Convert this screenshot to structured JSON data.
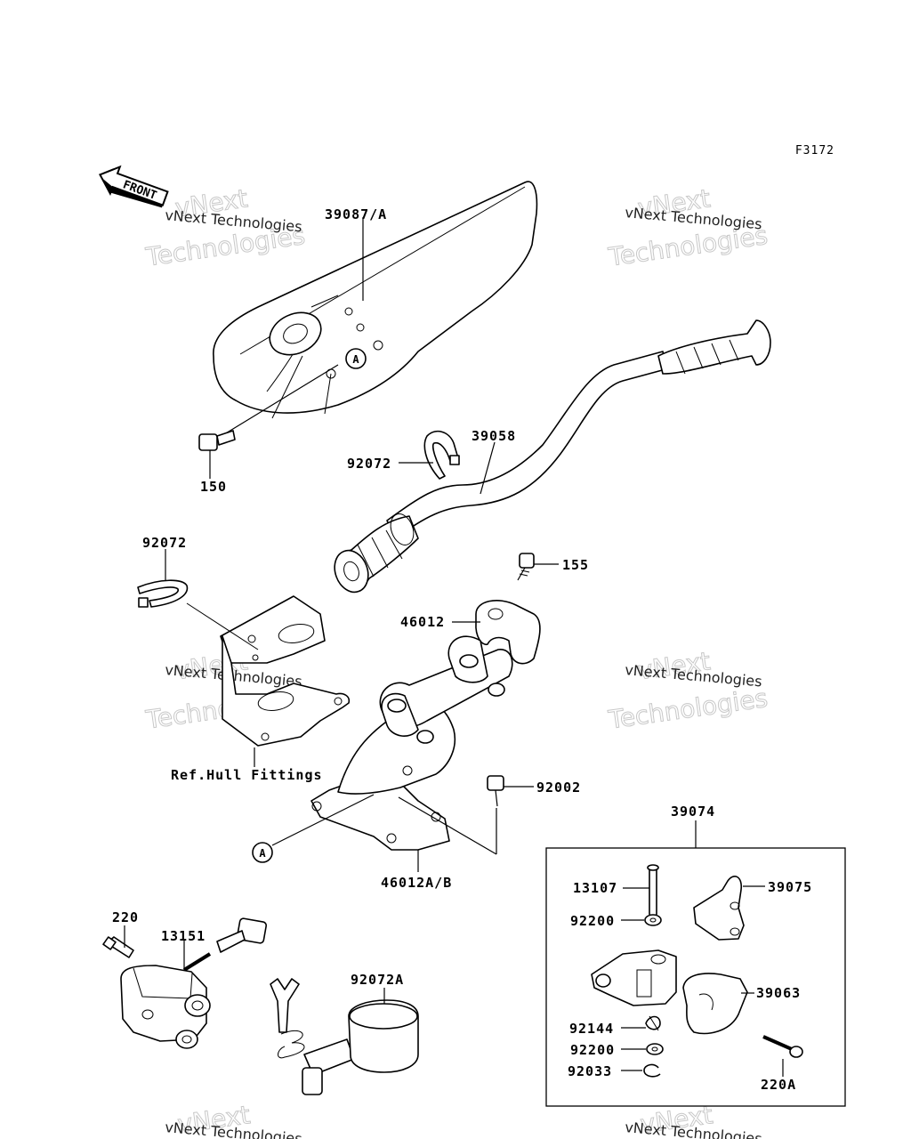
{
  "figure_code": "F3172",
  "front_arrow": "FRONT",
  "ref_note": "Ref.Hull Fittings",
  "callouts": {
    "c39087A": "39087/A",
    "c150": "150",
    "c39058": "39058",
    "c92072_top": "92072",
    "c92072_left": "92072",
    "c155": "155",
    "c46012": "46012",
    "c92002": "92002",
    "c46012AB": "46012A/B",
    "c39074": "39074",
    "c13107": "13107",
    "c39075": "39075",
    "c92200_a": "92200",
    "c39063": "39063",
    "c92144": "92144",
    "c92200_b": "92200",
    "c92033": "92033",
    "c220A": "220A",
    "c220": "220",
    "c13151": "13151",
    "c92072A": "92072A",
    "ref_a1": "A",
    "ref_a2": "A"
  },
  "watermark": {
    "line1": "vNext Technologies",
    "line2": "vNext",
    "line3": "Technologies"
  }
}
